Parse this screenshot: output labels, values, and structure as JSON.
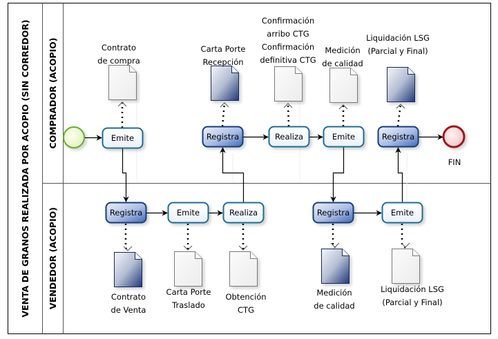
{
  "pool": {
    "title": "VENTA DE GRANOS REALIZADA POR ACOPIO (SIN CORREDOR)",
    "lanes": [
      {
        "id": "comprador",
        "title": "COMPRADOR (ACOPIO)"
      },
      {
        "id": "vendedor",
        "title": "VENDEDOR (ACOPIO)"
      }
    ]
  },
  "events": {
    "start": {
      "type": "start",
      "label": ""
    },
    "end": {
      "type": "end",
      "label": "FIN"
    }
  },
  "tasks": {
    "c1": {
      "label": "Emite",
      "style": "light",
      "lane": "comprador"
    },
    "c2": {
      "label": "Registra",
      "style": "dark",
      "lane": "comprador"
    },
    "c3": {
      "label": "Realiza",
      "style": "light",
      "lane": "comprador"
    },
    "c4": {
      "label": "Emite",
      "style": "light",
      "lane": "comprador"
    },
    "c5": {
      "label": "Registra",
      "style": "dark",
      "lane": "comprador"
    },
    "v1": {
      "label": "Registra",
      "style": "dark",
      "lane": "vendedor"
    },
    "v2": {
      "label": "Emite",
      "style": "light",
      "lane": "vendedor"
    },
    "v3": {
      "label": "Realiza",
      "style": "light",
      "lane": "vendedor"
    },
    "v4": {
      "label": "Registra",
      "style": "dark",
      "lane": "vendedor"
    },
    "v5": {
      "label": "Emite",
      "style": "light",
      "lane": "vendedor"
    }
  },
  "documents": {
    "d_c1": {
      "lines": [
        "Contrato",
        "de compra"
      ],
      "style": "light",
      "task": "c1"
    },
    "d_c2": {
      "lines": [
        "Carta Porte",
        "Recepción"
      ],
      "style": "dark",
      "task": "c2"
    },
    "d_c3": {
      "lines": [
        "Confirmación",
        "arribo CTG",
        "Confirmación",
        "definitiva CTG"
      ],
      "style": "light",
      "task": "c3"
    },
    "d_c4": {
      "lines": [
        "Medición",
        "de calidad"
      ],
      "style": "light",
      "task": "c4"
    },
    "d_c5": {
      "lines": [
        "Liquidación LSG",
        "(Parcial y Final)"
      ],
      "style": "dark",
      "task": "c5"
    },
    "d_v1": {
      "lines": [
        "Contrato",
        "de Venta"
      ],
      "style": "dark",
      "task": "v1"
    },
    "d_v2": {
      "lines": [
        "Carta Porte",
        "Traslado"
      ],
      "style": "light",
      "task": "v2"
    },
    "d_v3": {
      "lines": [
        "Obtención",
        "CTG"
      ],
      "style": "light",
      "task": "v3"
    },
    "d_v4": {
      "lines": [
        "Medición",
        "de calidad"
      ],
      "style": "dark",
      "task": "v4"
    },
    "d_v5": {
      "lines": [
        "Liquidación LSG",
        "(Parcial y Final)"
      ],
      "style": "light",
      "task": "v5"
    }
  },
  "flows": [
    {
      "from": "start",
      "to": "c1"
    },
    {
      "from": "c1",
      "to": "v1"
    },
    {
      "from": "v1",
      "to": "v2"
    },
    {
      "from": "v2",
      "to": "v3"
    },
    {
      "from": "v3",
      "to": "c2"
    },
    {
      "from": "c2",
      "to": "c3"
    },
    {
      "from": "c3",
      "to": "c4"
    },
    {
      "from": "c4",
      "to": "v4"
    },
    {
      "from": "v4",
      "to": "v5"
    },
    {
      "from": "v5",
      "to": "c5"
    },
    {
      "from": "c5",
      "to": "end"
    }
  ],
  "colors": {
    "start_stroke": "#6aab2e",
    "start_fill": "#e9f7c9",
    "end_stroke": "#a3161b",
    "end_fill": "#f7d9da",
    "task_light_stroke": "#1e6e94",
    "task_light_fill": "#f3f7fd",
    "task_dark_stroke": "#163e7c",
    "task_dark_fill_top": "#e4ebf7",
    "task_dark_fill_bottom": "#4b74c0",
    "doc_light_stroke": "#7a7a7a",
    "doc_light_fill": "#f4f4f4",
    "doc_dark_stroke": "#14285c",
    "doc_dark_fill_top": "#f1f3f8",
    "doc_dark_fill_bottom": "#1f3a7a"
  }
}
